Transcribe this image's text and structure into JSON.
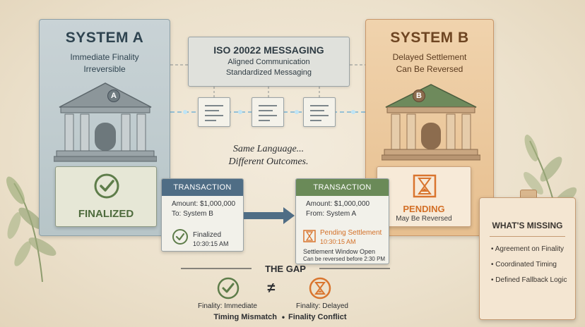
{
  "system_a": {
    "title": "SYSTEM A",
    "line1": "Immediate Finality",
    "line2": "Irreversible",
    "bank_badge": "A",
    "status_label": "FINALIZED"
  },
  "system_b": {
    "title": "SYSTEM B",
    "line1": "Delayed Settlement",
    "line2": "Can Be Reversed",
    "bank_badge": "B",
    "status_label": "PENDING",
    "status_sub": "May Be Reversed"
  },
  "iso": {
    "title": "ISO 20022 MESSAGING",
    "line1": "Aligned Communication",
    "line2": "Standardized Messaging"
  },
  "tagline": {
    "line1": "Same Language...",
    "line2": "Different Outcomes."
  },
  "transaction_a": {
    "header": "TRANSACTION",
    "amount": "Amount: $1,000,000",
    "party": "To: System B",
    "status": "Finalized",
    "time": "10:30:15 AM"
  },
  "transaction_b": {
    "header": "TRANSACTION",
    "amount": "Amount: $1,000,000",
    "party": "From: System A",
    "status": "Pending Settlement",
    "time": "10:30:15 AM",
    "note1": "Settlement Window Open",
    "note2": "Can be reversed before 2:30 PM"
  },
  "gap": {
    "title": "THE GAP",
    "not_equal": "≠",
    "left_label": "Finality: Immediate",
    "right_label": "Finality: Delayed",
    "bottom_left": "Timing Mismatch",
    "separator": "•",
    "bottom_right": "Finality Conflict"
  },
  "missing": {
    "title": "WHAT'S MISSING",
    "items": [
      "Agreement on Finality",
      "Coordinated Timing",
      "Defined Fallback Logic"
    ]
  },
  "colors": {
    "system_a_blue": "#4f6d85",
    "system_b_orange": "#d9752e",
    "success_green": "#5e7d4a",
    "pending_orange": "#d9752e"
  },
  "icons": {
    "check": "check-circle-icon",
    "hourglass": "hourglass-icon",
    "bank": "bank-building-icon",
    "document": "message-document-icon"
  }
}
